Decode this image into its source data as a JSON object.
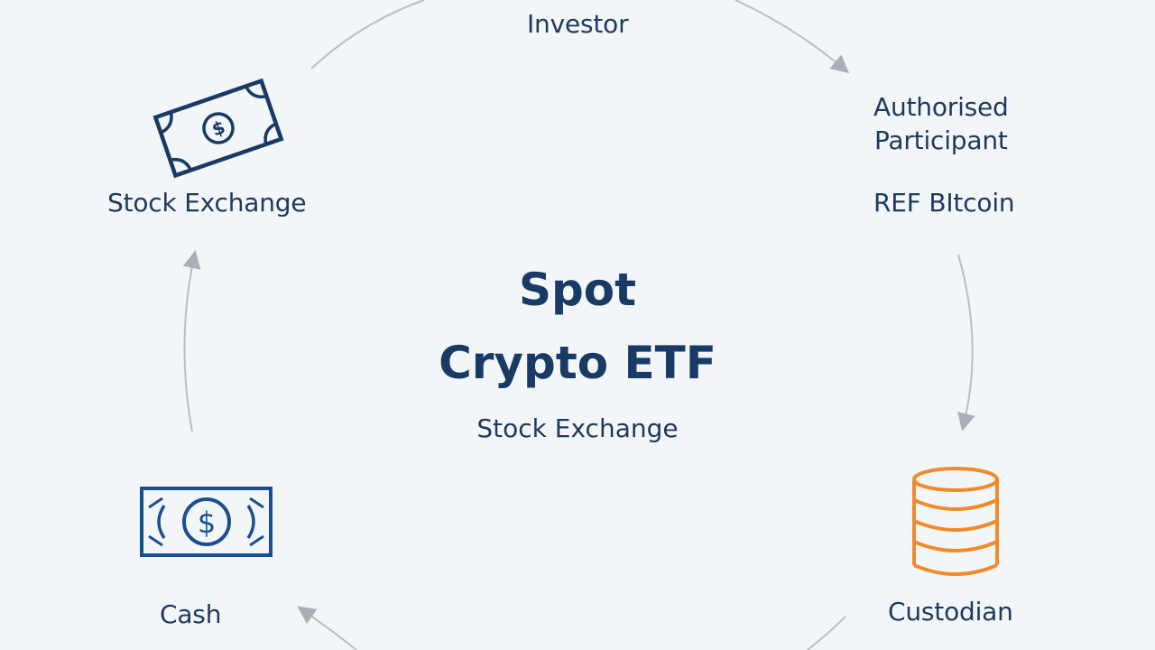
{
  "labels": {
    "investor": "Investor",
    "authorised_participant": "Authorised\nParticipant",
    "btc_line": "REF BItcoin",
    "custodian": "Custodian",
    "cash": "Cash",
    "stock_exchange_left": "Stock Exchange"
  },
  "center": {
    "line1": "Spot",
    "line2": "Crypto ETF",
    "subtitle": "Stock Exchange"
  },
  "colors": {
    "navy": "#1a3a66",
    "orange": "#f08a2a",
    "arrow": "#a9afb6",
    "background": "#f3f6f9"
  },
  "icons": [
    "banknote-icon",
    "cash-note-icon",
    "database-stack-icon"
  ]
}
